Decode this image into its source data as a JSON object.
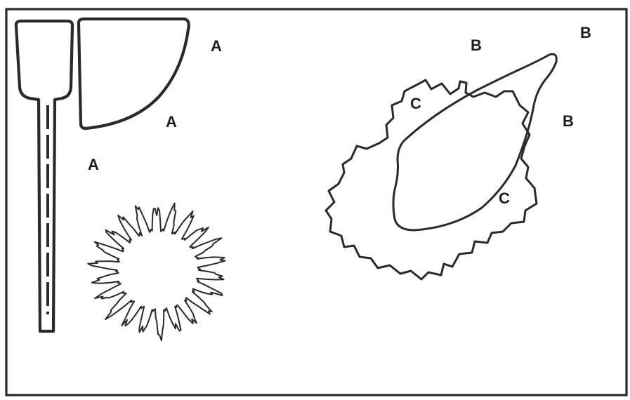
{
  "labels": {
    "a1": "A",
    "a2": "A",
    "a3": "A",
    "b1": "B",
    "b2": "B",
    "b3": "B",
    "c1": "C",
    "c2": "C"
  },
  "colors": {
    "ink": "#2a2a2a",
    "paper": "#ffffff"
  }
}
